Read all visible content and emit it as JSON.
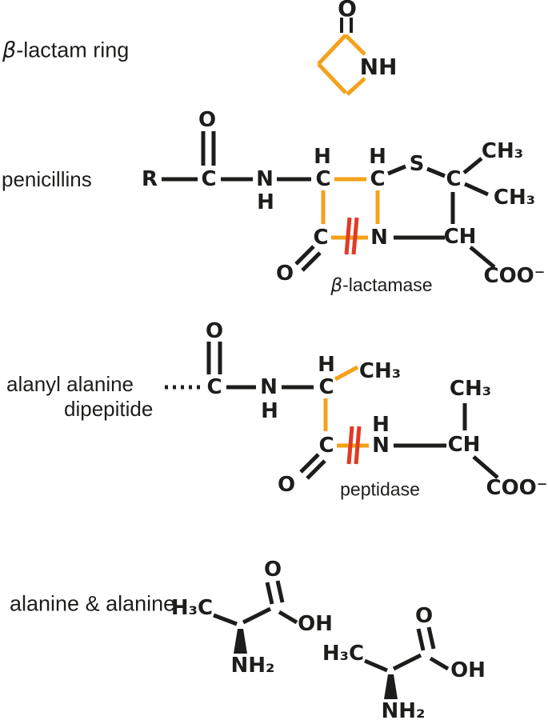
{
  "colors": {
    "structure_black": "#1d1d1b",
    "ring_orange": "#F5A11B",
    "cleavage_red": "#E13A26"
  },
  "sections": {
    "beta_lactam_ring": {
      "label_beta": "β",
      "label_rest": "-lactam ring",
      "atoms": {
        "o": "O",
        "nh": "NH"
      }
    },
    "penicillins": {
      "label": "penicillins",
      "atoms": {
        "r": "R",
        "c1": "C",
        "o1": "O",
        "n1": "N",
        "h1": "H",
        "h2": "H",
        "c2": "C",
        "h3": "H",
        "c3": "C",
        "s": "S",
        "c4": "C",
        "ch3_top": "CH₃",
        "ch3_bottom": "CH₃",
        "ch": "CH",
        "n2": "N",
        "c5": "C",
        "o2": "O",
        "coo": "COO⁻"
      },
      "enzyme_beta": "β",
      "enzyme_rest": "-lactamase"
    },
    "dipeptide": {
      "label_line1": "alanyl alanine",
      "label_line2": "dipepitide",
      "atoms": {
        "o1": "O",
        "c1": "C",
        "n1": "N",
        "h1": "H",
        "h2": "H",
        "c2": "C",
        "ch3_1": "CH₃",
        "c3": "C",
        "o2": "O",
        "h3": "H",
        "n2": "N",
        "ch": "CH",
        "ch3_2": "CH₃",
        "coo": "COO⁻"
      },
      "enzyme": "peptidase"
    },
    "alanines": {
      "label": "alanine & alanine",
      "mol1": {
        "h3c": "H₃C",
        "o": "O",
        "oh": "OH",
        "nh2": "NH₂"
      },
      "mol2": {
        "h3c": "H₃C",
        "o": "O",
        "oh": "OH",
        "nh2": "NH₂"
      }
    }
  }
}
